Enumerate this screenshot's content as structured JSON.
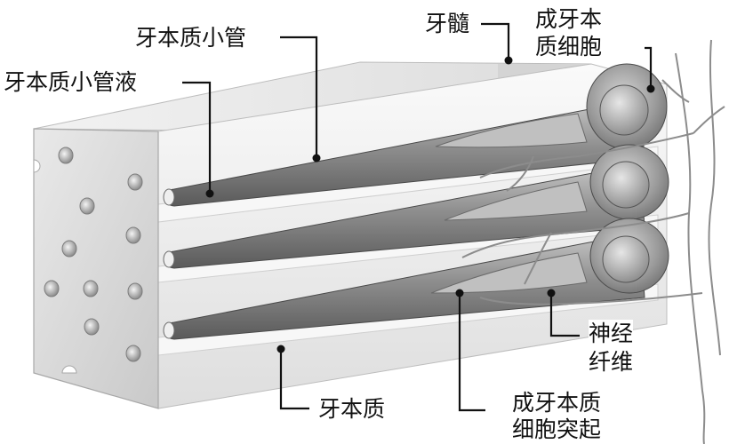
{
  "labels": {
    "tubule": "牙本质小管",
    "tubule_fluid": "牙本质小管液",
    "pulp": "牙髓",
    "odontoblast_1": "成牙本",
    "odontoblast_2": "质细胞",
    "nerve_1": "神经",
    "nerve_2": "纤维",
    "dentin": "牙本质",
    "process_1": "成牙本质",
    "process_2": "细胞突起"
  }
}
